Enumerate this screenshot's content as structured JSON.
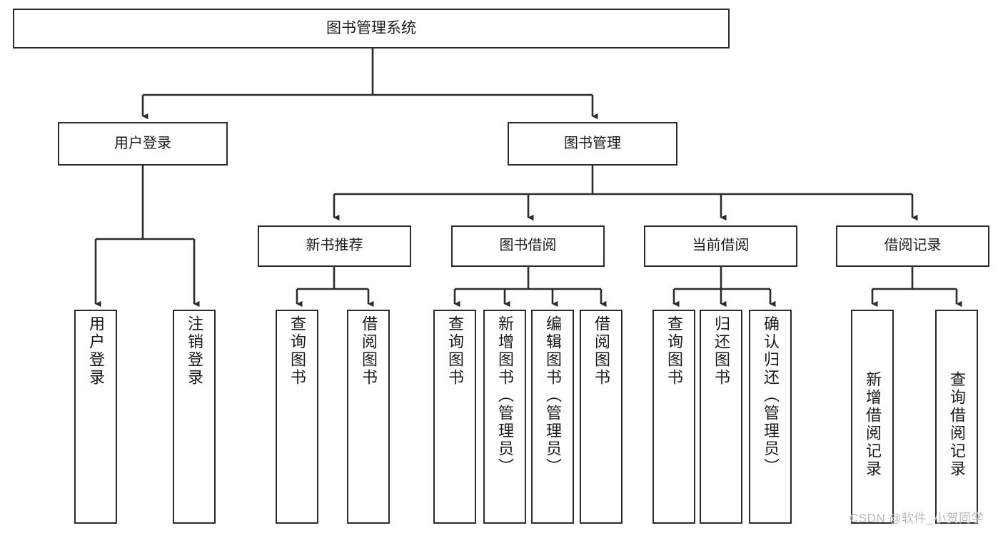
{
  "diagram": {
    "type": "tree-hierarchy-diagram",
    "title": "图书管理系统",
    "root": {
      "label": "图书管理系统"
    },
    "level1": [
      {
        "id": "user-login",
        "label": "用户登录"
      },
      {
        "id": "book-management",
        "label": "图书管理"
      }
    ],
    "level2": [
      {
        "id": "new-book-recommend",
        "label": "新书推荐",
        "parent": "book-management"
      },
      {
        "id": "book-borrow",
        "label": "图书借阅",
        "parent": "book-management"
      },
      {
        "id": "current-borrow",
        "label": "当前借阅",
        "parent": "book-management"
      },
      {
        "id": "borrow-record",
        "label": "借阅记录",
        "parent": "book-management"
      }
    ],
    "leaves": {
      "user_login": [
        {
          "label": "用户登录"
        },
        {
          "label": "注销登录"
        }
      ],
      "new_book_recommend": [
        {
          "label": "查询图书"
        },
        {
          "label": "借阅图书"
        }
      ],
      "book_borrow": [
        {
          "label": "查询图书"
        },
        {
          "label": "新增图书（管理员）"
        },
        {
          "label": "编辑图书（管理员）"
        },
        {
          "label": "借阅图书"
        }
      ],
      "current_borrow": [
        {
          "label": "查询图书"
        },
        {
          "label": "归还图书"
        },
        {
          "label": "确认归还（管理员）"
        }
      ],
      "borrow_record": [
        {
          "label": "新增借阅记录"
        },
        {
          "label": "查询借阅记录"
        }
      ]
    },
    "watermark": "CSDN @软件_小贺同学",
    "colors": {
      "stroke": "#2b2b2b",
      "fill": "#ffffff",
      "text": "#1a1a1a",
      "watermark": "#b9b9b9"
    }
  }
}
